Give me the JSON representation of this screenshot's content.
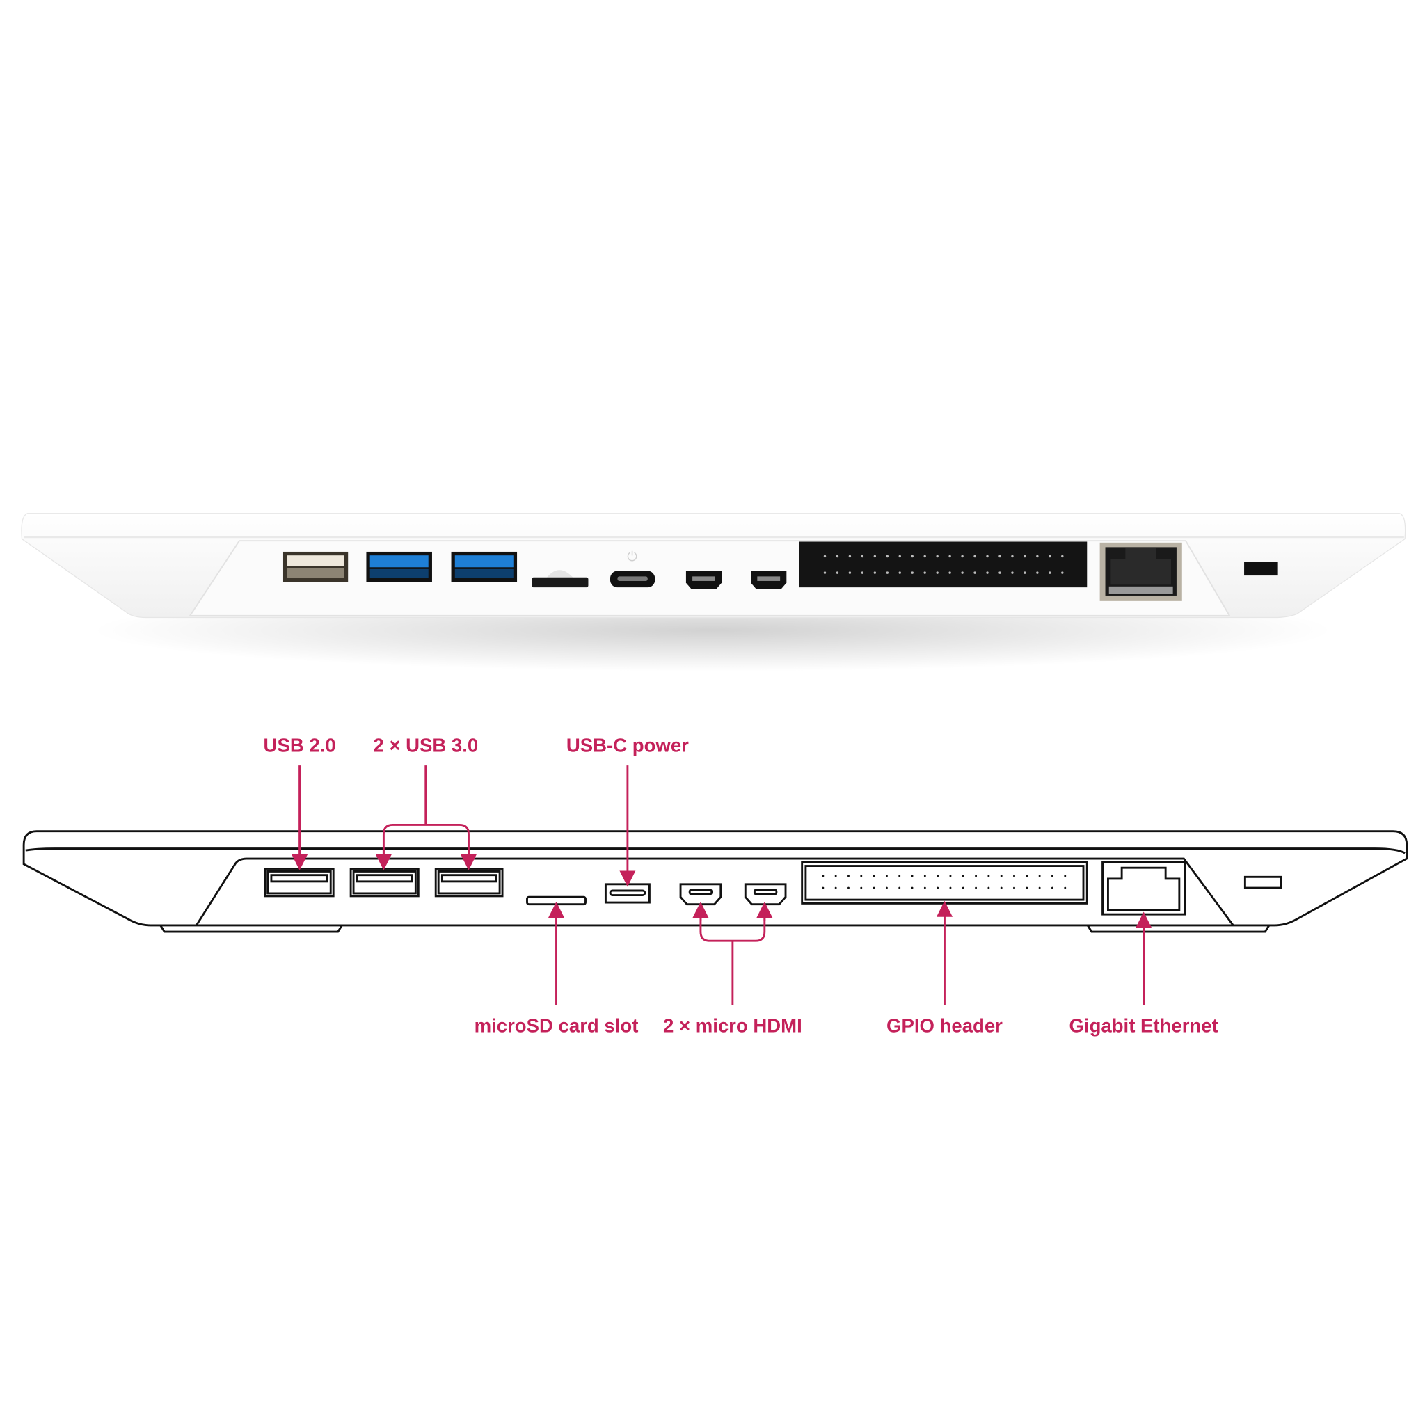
{
  "colors": {
    "accent": "#c4215a",
    "outline": "#111111",
    "usb3_blue": "#1e7fd6",
    "device_white": "#f7f7f7"
  },
  "labels": {
    "usb2": "USB 2.0",
    "usb3": "2 × USB 3.0",
    "usbc": "USB-C power",
    "microsd": "microSD card slot",
    "hdmi": "2 × micro HDMI",
    "gpio": "GPIO header",
    "ethernet": "Gigabit Ethernet"
  }
}
